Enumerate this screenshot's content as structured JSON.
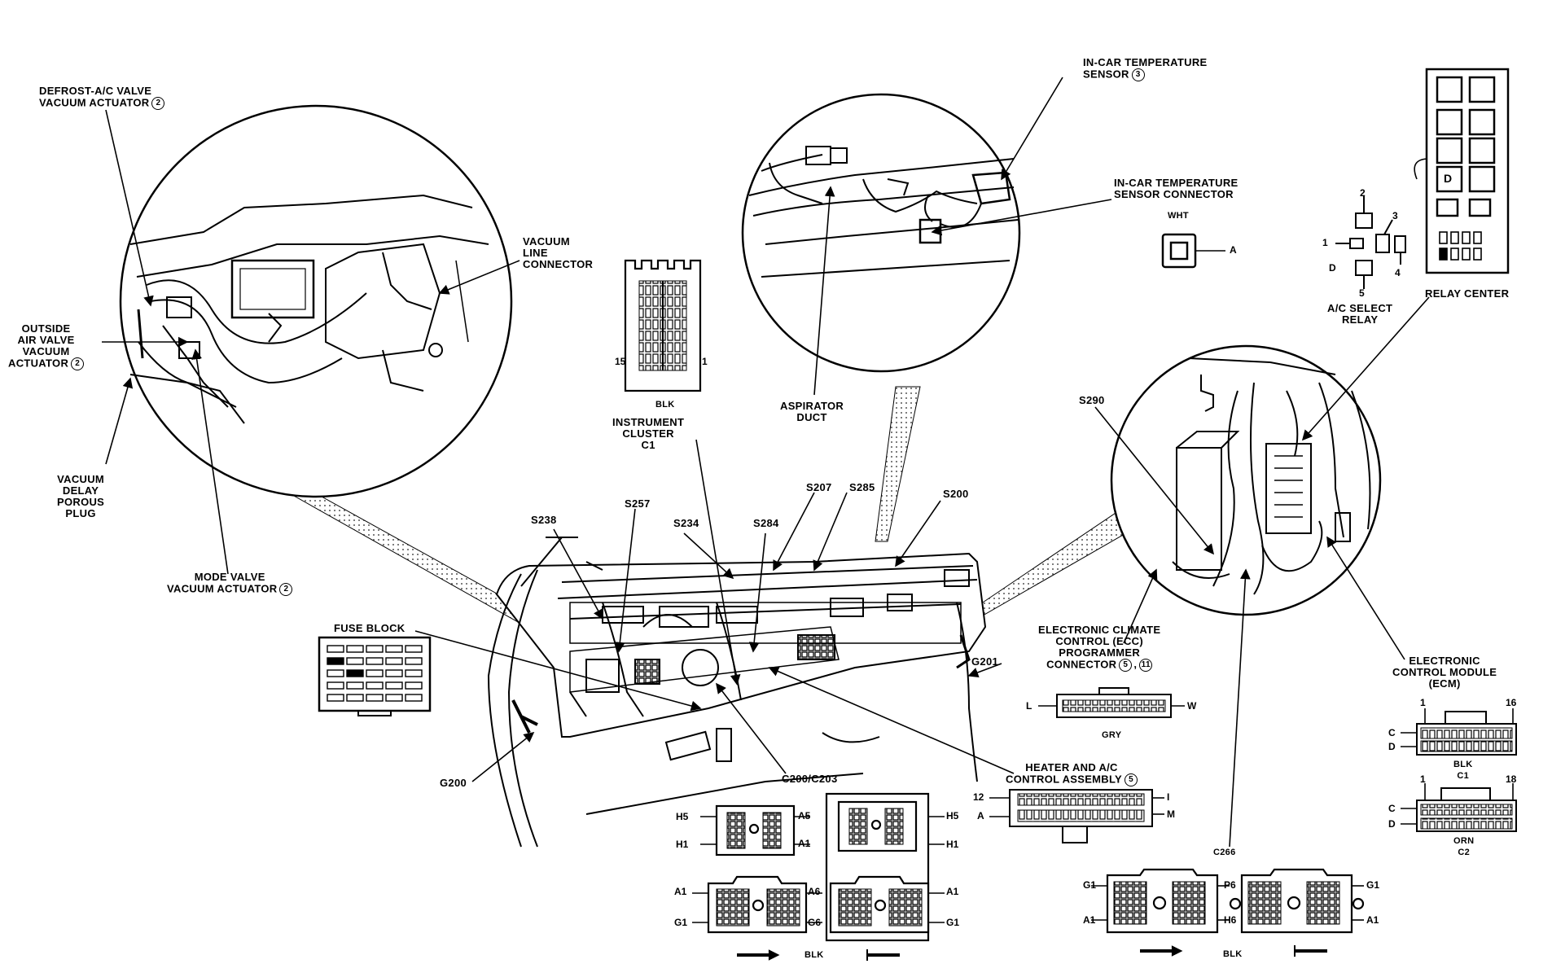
{
  "labels": {
    "defrost": "DEFROST-A/C VALVE\nVACUUM ACTUATOR",
    "vacuum_line": "VACUUM\nLINE\nCONNECTOR",
    "outside_air": "OUTSIDE\nAIR VALVE\nVACUUM\nACTUATOR",
    "vacuum_delay": "VACUUM\nDELAY\nPOROUS\nPLUG",
    "mode_valve": "MODE VALVE\nVACUUM ACTUATOR",
    "incar_sensor": "IN-CAR TEMPERATURE\nSENSOR",
    "incar_connector": "IN-CAR TEMPERATURE\nSENSOR CONNECTOR",
    "wht": "WHT",
    "aspirator": "ASPIRATOR\nDUCT",
    "instrument_cluster": "INSTRUMENT\nCLUSTER\nC1",
    "blk": "BLK",
    "ac_select": "A/C SELECT\nRELAY",
    "relay_center": "RELAY CENTER",
    "s290": "S290",
    "s238": "S238",
    "s257": "S257",
    "s234": "S234",
    "s284": "S284",
    "s207": "S207",
    "s285": "S285",
    "s200": "S200",
    "g201": "G201",
    "g200": "G200",
    "fuse_block": "FUSE BLOCK",
    "ecc": "ELECTRONIC CLIMATE\nCONTROL (ECC)\nPROGRAMMER\nCONNECTOR",
    "gry": "GRY",
    "ecm": "ELECTRONIC\nCONTROL MODULE\n(ECM)",
    "heater": "HEATER AND A/C\nCONTROL ASSEMBLY",
    "c200": "C200/C203",
    "c266": "C266",
    "c1": "BLK\nC1",
    "c2": "ORN\nC2"
  },
  "callouts": {
    "defrost": "2",
    "outside_air": "2",
    "mode_valve": "2",
    "incar_sensor": "3",
    "ecc_a": "5",
    "ecc_b": "11",
    "heater": "5"
  },
  "pins": {
    "ic_15": "15",
    "ic_1": "1",
    "wht_a": "A",
    "relay_1": "1",
    "relay_2": "2",
    "relay_3": "3",
    "relay_4": "4",
    "relay_5": "5",
    "relay_d": "D",
    "rc_d": "D",
    "ecc_l": "L",
    "ecc_w": "W",
    "h_12": "12",
    "h_a": "A",
    "h_i": "I",
    "h_m": "M",
    "ecm1_1": "1",
    "ecm1_16": "16",
    "ecm1_c": "C",
    "ecm1_d": "D",
    "ecm2_1": "1",
    "ecm2_18": "18",
    "ecm2_c": "C",
    "ecm2_d": "D",
    "c200_h5": "H5",
    "c200_h1": "H1",
    "c200_a5": "A5",
    "c200_a1": "A1",
    "c203_h5": "H5",
    "c203_h1": "H1",
    "c200b_a1": "A1",
    "c200b_g1": "G1",
    "c200b_a6": "A6",
    "c200b_g6": "G6",
    "c203b_a1": "A1",
    "c203b_g1": "G1",
    "c266_g1": "G1",
    "c266_a1": "A1",
    "c266_p6": "P6",
    "c266_h6": "H6",
    "c266r_g1": "G1",
    "c266r_a1": "A1"
  }
}
